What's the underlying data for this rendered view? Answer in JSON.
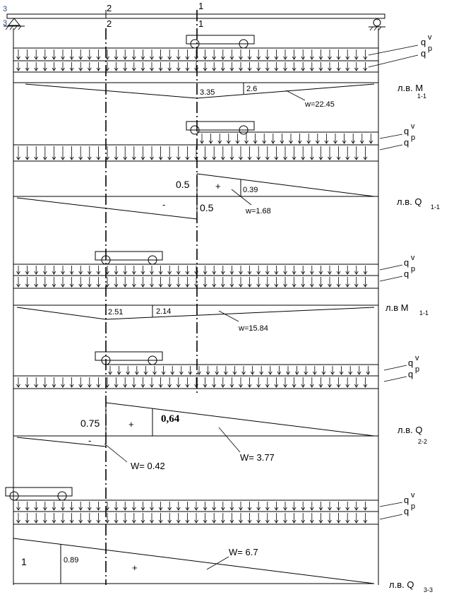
{
  "sections": {
    "s3": "3",
    "s2": "2",
    "s1": "1"
  },
  "loads": {
    "qv": "q",
    "qv_sup": "v",
    "qp": "q",
    "qp_sup": "p"
  },
  "lines": {
    "M11_a": {
      "label": "л.в. M",
      "sub": "1-1",
      "v1": "3.35",
      "v2": "2.6",
      "w": "w=22.45"
    },
    "Q11": {
      "label": "л.в. Q",
      "sub": "1-1",
      "v_top": "0.5",
      "v_bot": "0.5",
      "v2": "0.39",
      "plus": "+",
      "minus": "-",
      "w": "w=1.68"
    },
    "M11_b": {
      "label": "л.в M",
      "sub": "1-1",
      "v1": "2.51",
      "v2": "2.14",
      "w": "w=15.84"
    },
    "Q22": {
      "label": "л.в. Q",
      "sub": "2-2",
      "v1": "0.75",
      "v2": "0,64",
      "plus": "+",
      "minus": "-",
      "w_neg": "W= 0.42",
      "w_pos": "W= 3.77"
    },
    "Q33": {
      "label": "л.в. Q",
      "sub": "3-3",
      "v1": "1",
      "v2": "0.89",
      "plus": "+",
      "w": "W= 6.7"
    }
  }
}
